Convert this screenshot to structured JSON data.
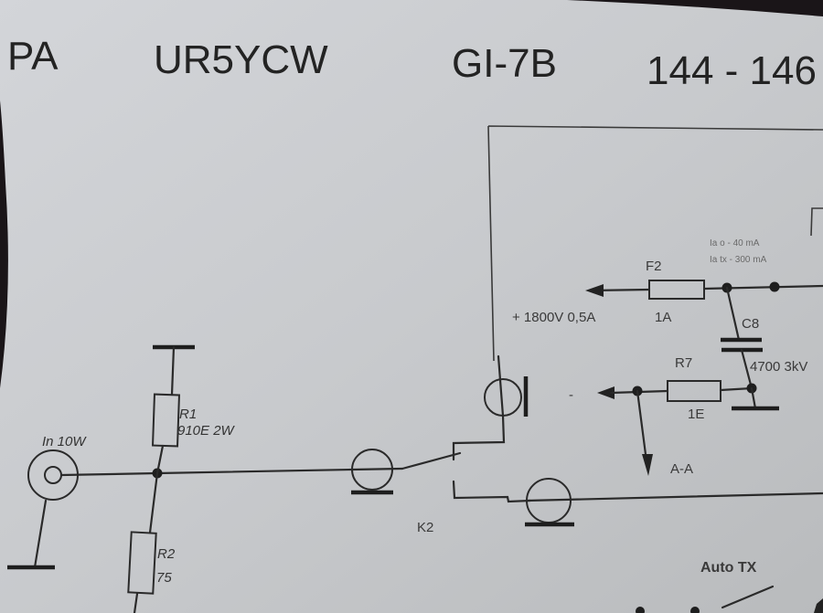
{
  "document": {
    "kind": "photographed printed schematic",
    "title_parts": [
      "PA",
      "UR5YCW",
      "GI-7B",
      "144 - 146"
    ],
    "colors": {
      "paper": "#c9cbce",
      "ink": "#232323",
      "background": "#1a1518"
    }
  },
  "schematic": {
    "input": {
      "label": "In 10W"
    },
    "components": {
      "r1": {
        "ref": "R1",
        "value": "910E 2W"
      },
      "r2": {
        "ref": "R2",
        "value": "75"
      },
      "f2": {
        "ref": "F2",
        "value": "1A"
      },
      "c8": {
        "ref": "C8",
        "value": "4700 3kV"
      },
      "r7": {
        "ref": "R7",
        "value": "1E"
      },
      "k2": {
        "ref": "K2"
      }
    },
    "supply": {
      "label": "+ 1800V 0,5A",
      "notes": [
        "Ia o - 40 mA",
        "Ia tx - 300 mA"
      ]
    },
    "minus_label": "-",
    "aa_label": "A-A",
    "auto_tx_label": "Auto TX"
  }
}
